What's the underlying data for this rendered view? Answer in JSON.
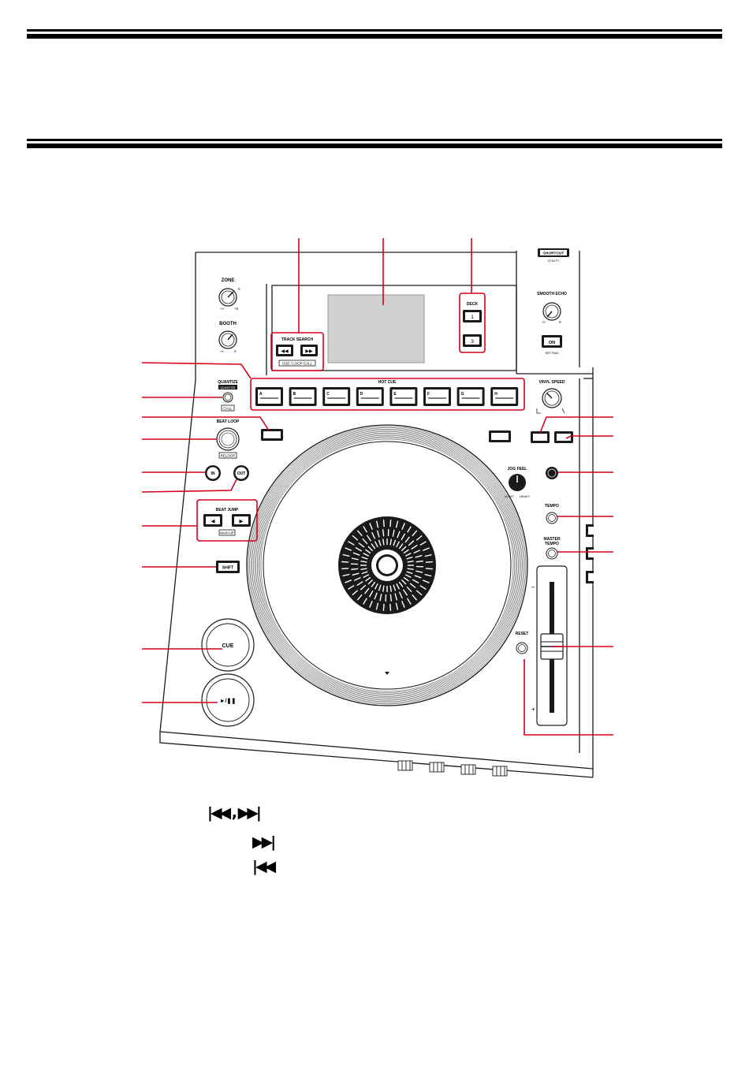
{
  "labels": {
    "zone": "ZONE",
    "zone_min": "-∞",
    "zone_max": "+5",
    "zone_mid": "0",
    "booth": "BOOTH",
    "booth_min": "-∞",
    "booth_max": "0",
    "quantize": "QUANTIZE",
    "quantize_sub": "QUANTIZE",
    "call": "CALL",
    "beat_loop": "BEAT LOOP",
    "reloop": "RELOOP",
    "in": "IN",
    "out": "OUT",
    "beat_jump": "BEAT JUMP",
    "beat_jump_sub": "MAIN UP",
    "shift": "SHIFT",
    "cue": "CUE",
    "play": "►/❚❚",
    "track_search": "TRACK SEARCH",
    "cue_loop_call": "CUE / LOOP CALL",
    "deck": "DECK",
    "deck_1": "1",
    "deck_3": "3",
    "hot_cue": "HOT CUE",
    "hot_cue_pads": [
      "A",
      "B",
      "C",
      "D",
      "E",
      "F",
      "G",
      "H"
    ],
    "shortcut": "SHORTCUT",
    "utility": "UTILITY",
    "smooth_echo": "SMOOTH ECHO",
    "smooth_echo_min": "-∞",
    "smooth_echo_max": "0",
    "on": "ON",
    "setting": "SETTING",
    "vinyl_speed": "VINYL SPEED",
    "jog_feel": "JOG FEEL",
    "light": "LIGHT",
    "heavy": "HEAVY",
    "tempo": "TEMPO",
    "master_tempo": "MASTER",
    "master_tempo_2": "TEMPO",
    "reset": "RESET",
    "slider_minus": "–",
    "slider_plus": "+"
  },
  "below": {
    "line1_symbols": "|◀◀ , ▶▶|",
    "line2_symbol": "▶▶|",
    "line3_symbol": "|◀◀"
  },
  "colors": {
    "callout": "#d6001c",
    "ink": "#1a1a1a"
  }
}
